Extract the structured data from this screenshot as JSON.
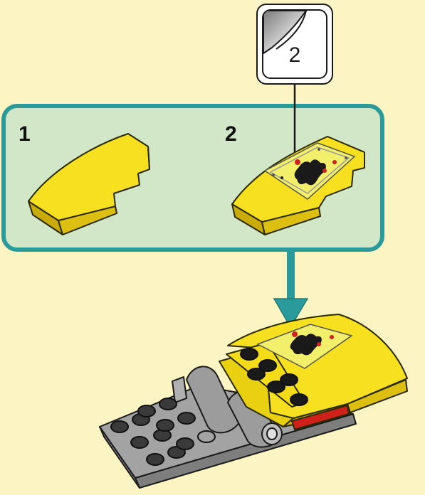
{
  "sticker_callout": {
    "count": "2"
  },
  "sub_steps": [
    {
      "number": "1"
    },
    {
      "number": "2"
    }
  ],
  "colors": {
    "background": "#fdf4c4",
    "panel_fill": "#d2e6c8",
    "panel_border": "#2a9a9a",
    "brick_yellow": "#f7e020",
    "brick_gray": "#a3a3a3",
    "stud_dark": "#3a3a3a",
    "tail_light_red": "#d0201a"
  }
}
